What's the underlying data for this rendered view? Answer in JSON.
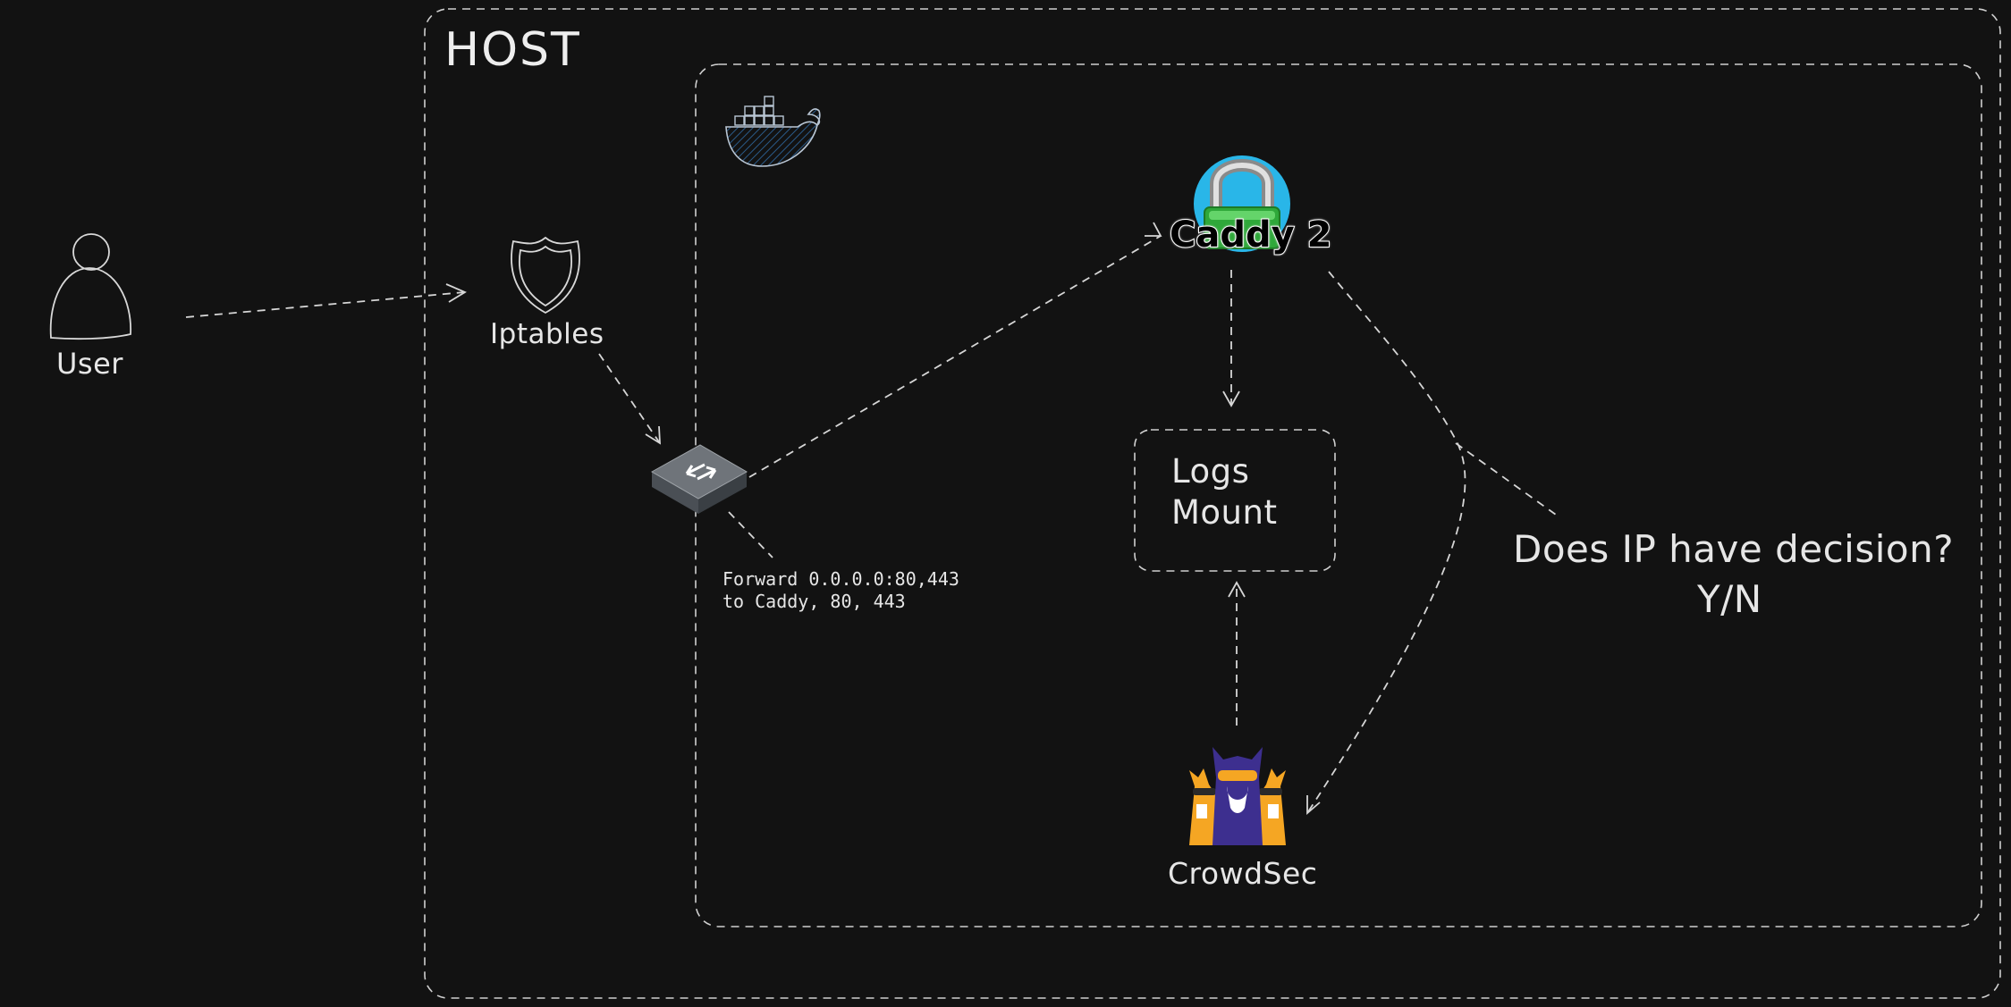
{
  "diagram": {
    "host_title": "HOST",
    "nodes": {
      "user": {
        "label": "User",
        "icon": "person-icon"
      },
      "iptables": {
        "label": "Iptables",
        "icon": "shield-icon"
      },
      "router": {
        "icon": "network-switch-icon"
      },
      "docker": {
        "icon": "docker-whale-icon"
      },
      "caddy": {
        "label": "Caddy 2",
        "icon": "padlock-icon"
      },
      "logs_mount": {
        "line1": "Logs",
        "line2": "Mount"
      },
      "crowdsec": {
        "label": "CrowdSec",
        "icon": "llama-mascot-icon"
      }
    },
    "annotations": {
      "forward_line1": "Forward 0.0.0.0:80,443",
      "forward_line2": "to Caddy, 80, 443",
      "question_line1": "Does IP have decision?",
      "question_line2": "Y/N"
    },
    "edges": [
      {
        "from": "User",
        "to": "Iptables"
      },
      {
        "from": "Iptables",
        "to": "Switch"
      },
      {
        "from": "Switch",
        "to": "Caddy 2"
      },
      {
        "from": "Caddy 2",
        "to": "Logs Mount"
      },
      {
        "from": "CrowdSec",
        "to": "Logs Mount"
      },
      {
        "from": "Caddy 2",
        "to": "CrowdSec"
      }
    ],
    "colors": {
      "background": "#121212",
      "line": "#d8d8d8",
      "caddy_green": "#3bbf3b",
      "caddy_blue": "#29b6e8",
      "crowdsec_purple": "#3d2f8f",
      "crowdsec_orange": "#f5a623",
      "docker_navy": "#1d3a5c"
    }
  }
}
